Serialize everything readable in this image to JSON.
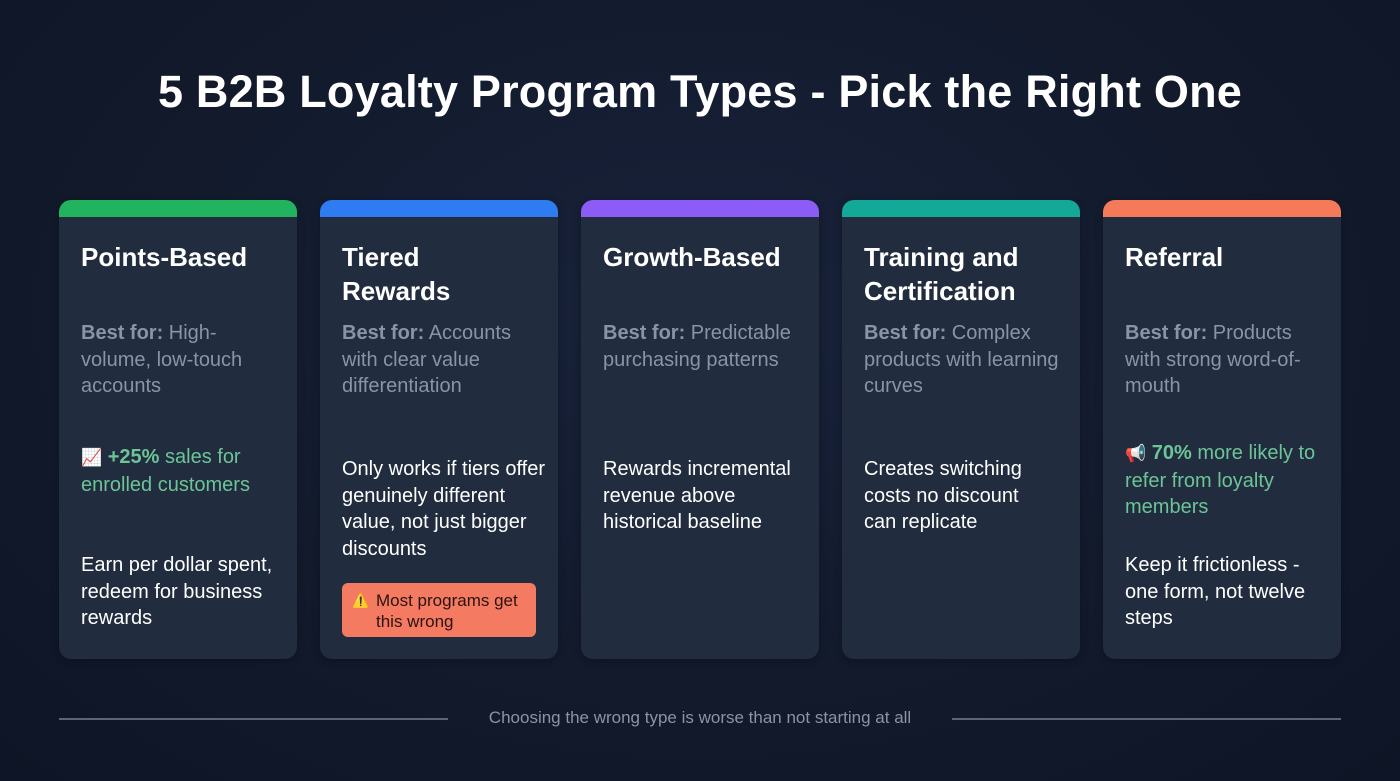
{
  "title": "5 B2B Loyalty Program Types - Pick the Right One",
  "cards": [
    {
      "name": "Points-Based",
      "accent": "#22b35e",
      "best_label": "Best for:",
      "best_text": " High-volume, low-touch accounts",
      "stat_icon": "📈",
      "stat_bold": "+25%",
      "stat_text": " sales for enrolled customers",
      "desc": "Earn per dollar spent, redeem for business rewards"
    },
    {
      "name": "Tiered Rewards",
      "accent": "#2f7bf2",
      "best_label": "Best for:",
      "best_text": " Accounts with clear value differentiation",
      "desc": "Only works if tiers offer genuinely different value, not just bigger discounts",
      "warning_icon": "⚠️",
      "warning": "Most programs get this wrong"
    },
    {
      "name": "Growth-Based",
      "accent": "#8b5cf6",
      "best_label": "Best for:",
      "best_text": " Predictable purchasing patterns",
      "desc": "Rewards incremental revenue above historical baseline"
    },
    {
      "name": "Training and Certification",
      "accent": "#14a898",
      "best_label": "Best for:",
      "best_text": " Complex products with learning curves",
      "desc": "Creates switching costs no discount can replicate"
    },
    {
      "name": "Referral",
      "accent": "#f47a5a",
      "best_label": "Best for:",
      "best_text": " Products with strong word-of-mouth",
      "stat_icon": "📢",
      "stat_bold": "70%",
      "stat_text": " more likely to refer from loyalty members",
      "desc": "Keep it frictionless - one form, not twelve steps"
    }
  ],
  "footer": "Choosing the wrong type is worse than not starting at all"
}
